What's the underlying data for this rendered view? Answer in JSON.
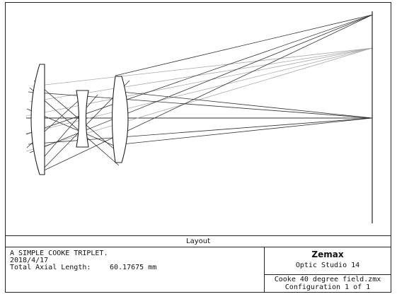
{
  "panel": {
    "title": "Layout",
    "description": "A SIMPLE COOKE TRIPLET.",
    "date": "2018/4/17",
    "axial_length_label": "Total Axial Length:",
    "axial_length_value": "60.17675 mm",
    "brand": "Zemax",
    "product": "Optic Studio 14",
    "file_name": "Cooke 40 degree field.zmx",
    "configuration": "Configuration 1 of 1"
  },
  "colors": {
    "line": "#222222",
    "ray_dark": "#333333",
    "ray_light": "#b0b0b0"
  }
}
